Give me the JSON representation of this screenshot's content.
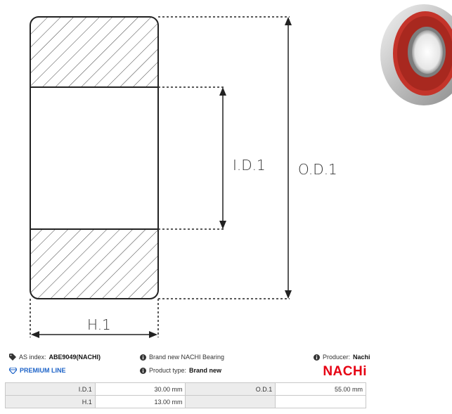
{
  "drawing": {
    "id_label": "I.D.1",
    "od_label": "O.D.1",
    "h_label": "H.1"
  },
  "info": {
    "as_index_label": "AS index:",
    "as_index_value": "ABE9049(NACHI)",
    "brand_text": "Brand new NACHI Bearing",
    "producer_label": "Producer:",
    "producer_value": "Nachi",
    "premium_line": "PREMIUM LINE",
    "product_type_label": "Product type:",
    "product_type_value": "Brand new"
  },
  "logo": {
    "text": "NACHi",
    "color": "#e60012"
  },
  "specs": {
    "rows": [
      {
        "label1": "I.D.1",
        "value1": "30.00 mm",
        "label2": "O.D.1",
        "value2": "55.00 mm"
      },
      {
        "label1": "H.1",
        "value1": "13.00 mm",
        "label2": "",
        "value2": ""
      }
    ]
  },
  "icons": {
    "tag": "tag-icon",
    "info": "info-icon",
    "diamond": "diamond-icon"
  },
  "colors": {
    "premium": "#1d63c8",
    "seal": "#c4342a"
  }
}
